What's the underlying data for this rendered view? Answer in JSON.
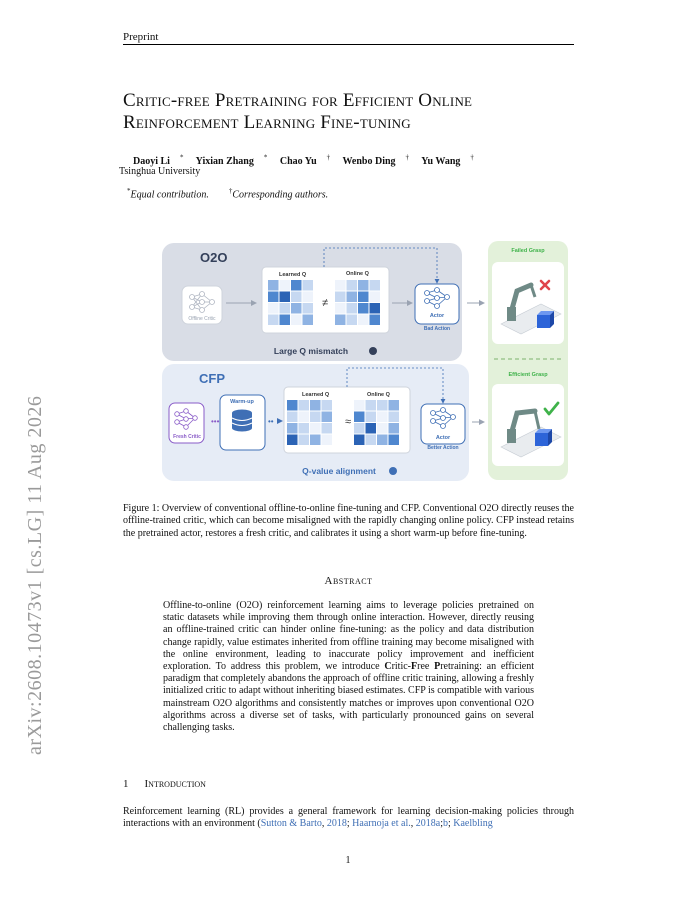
{
  "header": {
    "label": "Preprint"
  },
  "arxiv_stamp": "arXiv:2608.10473v1  [cs.LG]  11 Aug 2026",
  "title": "Critic-free Pretraining for Efficient Online Reinforcement Learning Fine-tuning",
  "authors": [
    {
      "name": "Daoyi Li",
      "mark": "*"
    },
    {
      "name": "Yixian Zhang",
      "mark": "*"
    },
    {
      "name": "Chao Yu",
      "mark": "†"
    },
    {
      "name": "Wenbo Ding",
      "mark": "†"
    },
    {
      "name": "Yu Wang",
      "mark": "†"
    }
  ],
  "affiliation": "Tsinghua University",
  "notes": {
    "equal_mark": "*",
    "equal": "Equal contribution.",
    "corr_mark": "†",
    "corr": "Corresponding authors."
  },
  "figure": {
    "o2o": {
      "label": "O2O",
      "offline_critic": "Offline Critic",
      "learned_q": "Learned Q",
      "online_q": "Online Q",
      "relation": "≠",
      "actor": "Actor",
      "actor_note": "Bad Action",
      "footer": "Large Q mismatch"
    },
    "cfp": {
      "label": "CFP",
      "fresh_critic": "Fresh Critic",
      "warmup": "Warm-up",
      "learned_q": "Learned Q",
      "online_q": "Online Q",
      "relation": "≈",
      "actor": "Actor",
      "actor_note": "Better Action",
      "footer": "Q-value alignment"
    },
    "outcomes": {
      "failed": "Failed Grasp",
      "efficient": "Efficient Grasp"
    }
  },
  "caption": "Figure 1: Overview of conventional offline-to-online fine-tuning and CFP. Conventional O2O directly reuses the offline-trained critic, which can become misaligned with the rapidly changing online policy. CFP instead retains the pretrained actor, restores a fresh critic, and calibrates it using a short warm-up before fine-tuning.",
  "abstract_title": "Abstract",
  "abstract": {
    "part1": "Offline-to-online (O2O) reinforcement learning aims to leverage policies pretrained on static datasets while improving them through online interaction. However, directly reusing an offline-trained critic can hinder online fine-tuning: as the policy and data distribution change rapidly, value estimates inherited from offline training may become misaligned with the online environment, leading to inaccurate policy improvement and inefficient exploration. To address this problem, we introduce ",
    "name_c": "C",
    "name_ritic": "ritic-",
    "name_f": "F",
    "name_ree": "ree ",
    "name_p": "P",
    "name_retraining": "retraining",
    "part2": ": an efficient paradigm that completely abandons the approach of offline critic training, allowing a freshly initialized critic to adapt without inheriting biased estimates. CFP is compatible with various mainstream O2O algorithms and consistently matches or improves upon conventional O2O algorithms across a diverse set of tasks, with particularly pronounced gains on several challenging tasks."
  },
  "section": {
    "number": "1",
    "title": "Introduction"
  },
  "intro": {
    "text": "Reinforcement learning (RL) provides a general framework for learning decision-making policies through interactions with an environment (",
    "cite1": "Sutton & Barto",
    "cite1_year": "2018",
    "sep1": "; ",
    "cite2": "Haarnoja et al.",
    "cite2_year": "2018a",
    "cite2_b": "b",
    "cite3": "Kaelbling"
  },
  "page_number": "1",
  "colors": {
    "accent_blue": "#3f6fb5",
    "purple": "#8a5cc8",
    "green_check": "#3fb24a",
    "red_x": "#e0434b",
    "panel_grey": "#d9dde6",
    "panel_blue": "#e6ecf6",
    "panel_green": "#e3f1da"
  }
}
